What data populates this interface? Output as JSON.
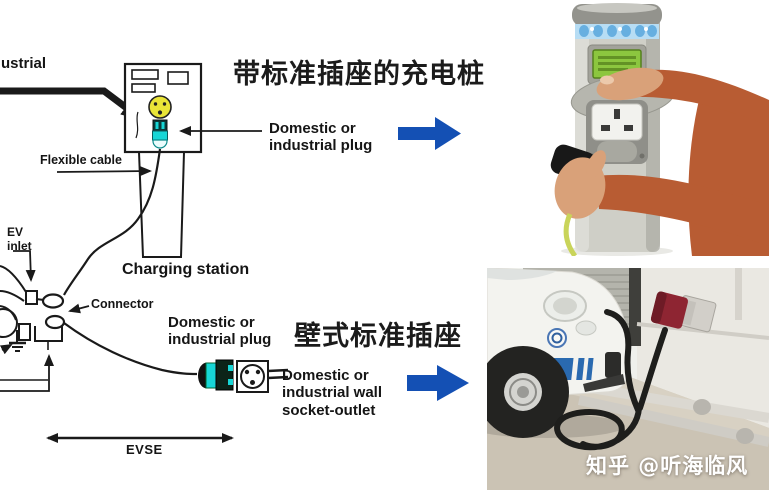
{
  "colors": {
    "accent_blue": "#1450b4",
    "socket_yellow": "#e9e437",
    "plug_cyan": "#17d6d6",
    "line_black": "#1a1a1a"
  },
  "headings": {
    "pillar_cn": "带标准插座的充电桩",
    "wall_cn": "壁式标准插座"
  },
  "diagram": {
    "industrial_partial": "ustrial",
    "flexible_cable": "Flexible cable",
    "ev_inlet": "EV\ninlet",
    "charging_station": "Charging station",
    "connector": "Connector",
    "domestic_plug_top": "Domestic or\nindustrial plug",
    "domestic_plug_bottom": "Domestic or\nindustrial plug",
    "wall_socket_outlet": "Domestic or\nindustrial wall\nsocket-outlet",
    "evse": "EVSE"
  },
  "watermark": "知乎 @听海临风"
}
